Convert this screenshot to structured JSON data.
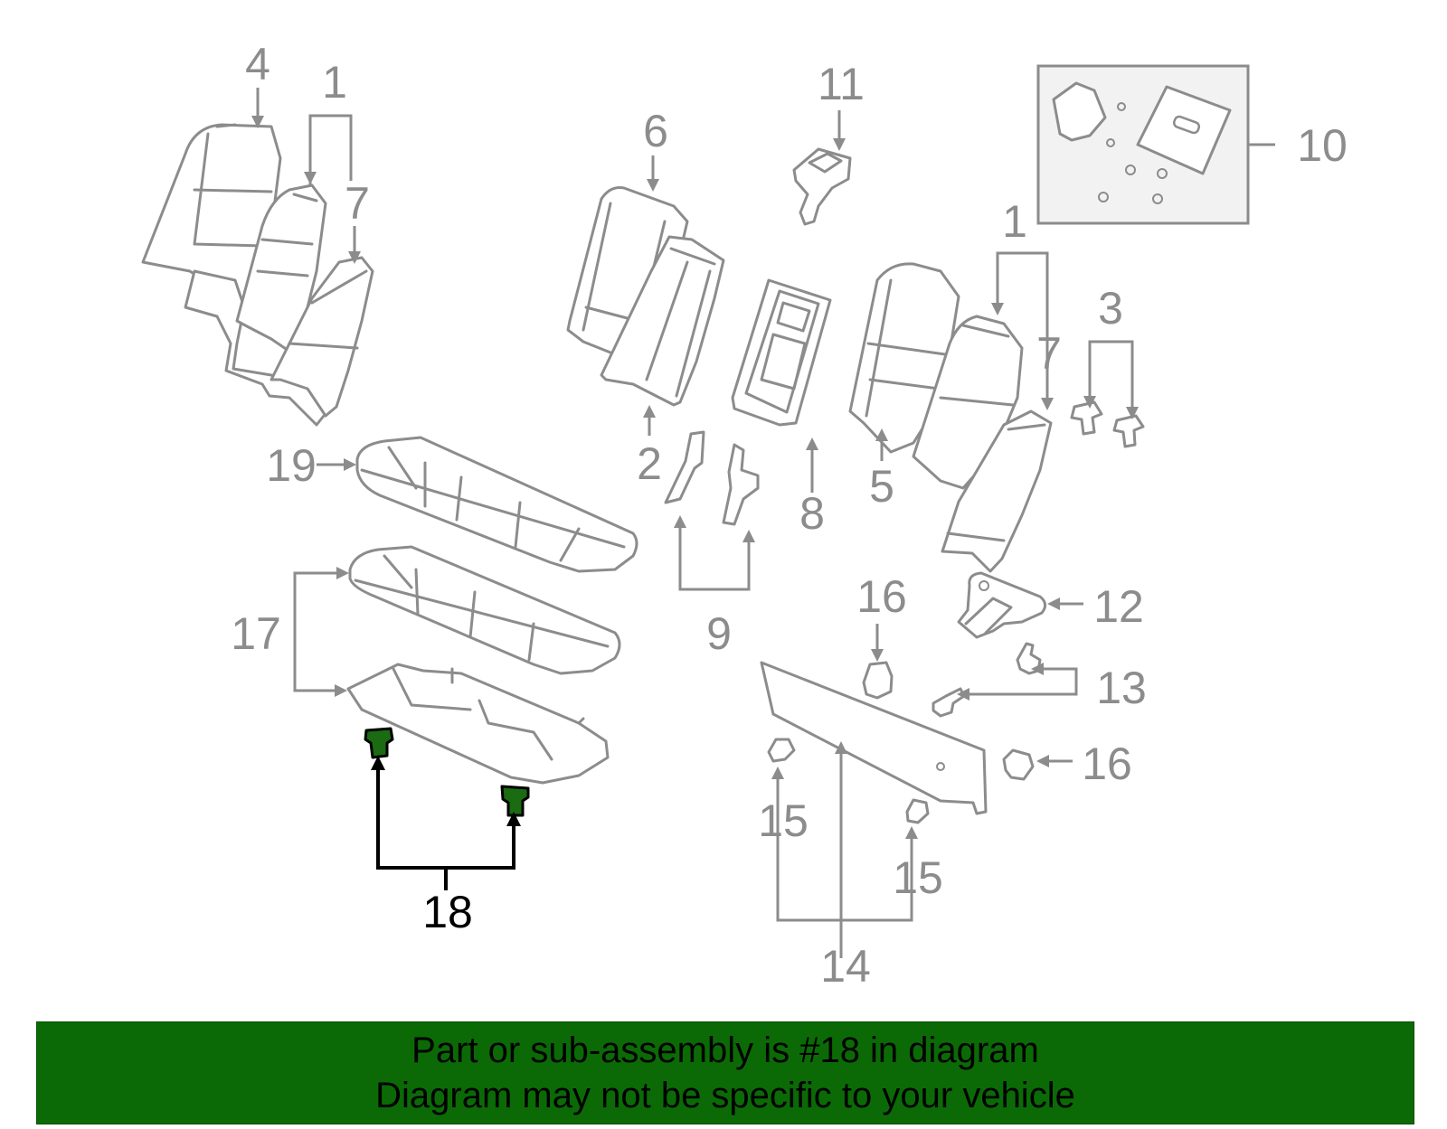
{
  "diagram": {
    "callouts": [
      "1",
      "1",
      "2",
      "3",
      "4",
      "5",
      "6",
      "7",
      "7",
      "8",
      "9",
      "10",
      "11",
      "12",
      "13",
      "14",
      "15",
      "15",
      "16",
      "16",
      "17",
      "18",
      "19"
    ],
    "highlighted_part": "18",
    "colors": {
      "outline": "#8c8c8c",
      "highlight_fill": "#1a6b12",
      "highlight_leader": "#000000"
    }
  },
  "banner": {
    "line1": "Part or sub-assembly is #18 in diagram",
    "line2": "Diagram may not be specific to your vehicle",
    "background": "#0b6a06"
  }
}
